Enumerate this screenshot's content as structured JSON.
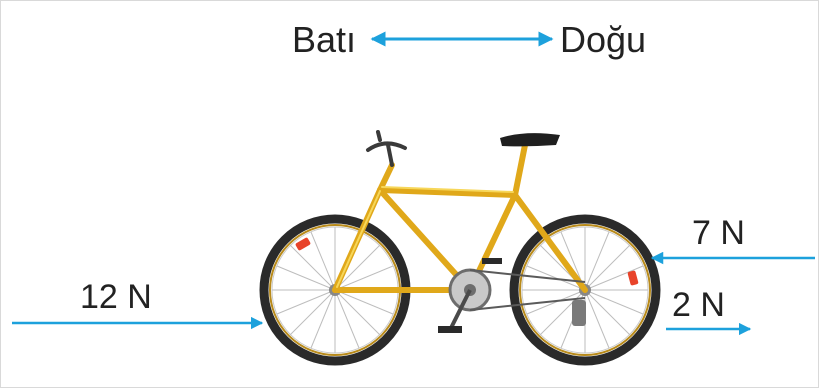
{
  "direction": {
    "west_label": "Batı",
    "east_label": "Doğu"
  },
  "forces": [
    {
      "label": "12 N",
      "direction": "east"
    },
    {
      "label": "7 N",
      "direction": "west"
    },
    {
      "label": "2 N",
      "direction": "east"
    }
  ],
  "colors": {
    "arrow": "#1da1dc",
    "frame": "#f2c21d",
    "tire": "#2a2a2a",
    "reflector": "#e8432a"
  },
  "illustration": "bicycle"
}
